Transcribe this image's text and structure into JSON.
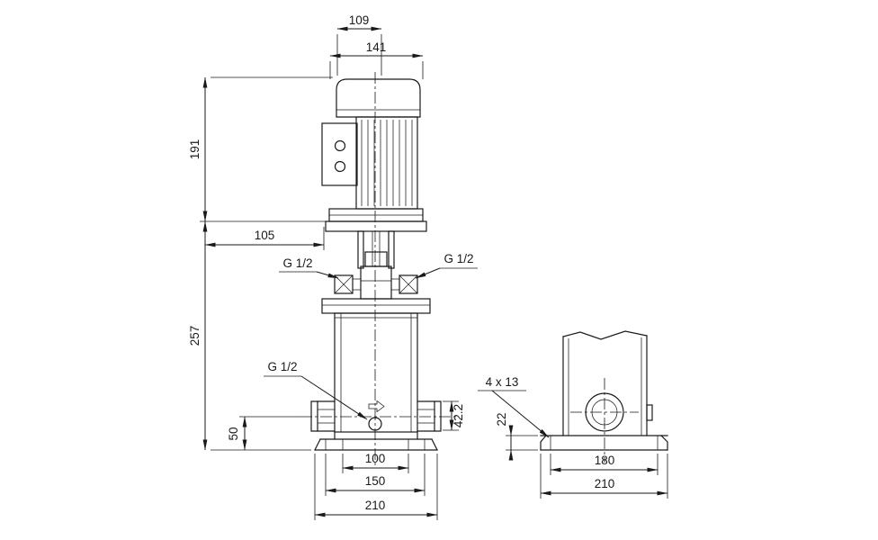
{
  "drawing": {
    "front_view": {
      "dim_motor_depth": "109",
      "dim_motor_width": "141",
      "dim_motor_height": "191",
      "dim_offset": "105",
      "dim_pump_height": "257",
      "label_port_top_left": "G 1/2",
      "label_port_top_right": "G 1/2",
      "label_drain": "G 1/2",
      "dim_port_height": "50",
      "dim_outlet_height": "42.2",
      "dim_base_inner": "100",
      "dim_base_bolts": "150",
      "dim_base_width": "210"
    },
    "side_view": {
      "label_holes": "4 x 13",
      "dim_base_height": "22",
      "dim_hole_spacing": "180",
      "dim_base_width": "210"
    },
    "colors": {
      "line": "#1a1a1a",
      "background": "#ffffff"
    }
  }
}
